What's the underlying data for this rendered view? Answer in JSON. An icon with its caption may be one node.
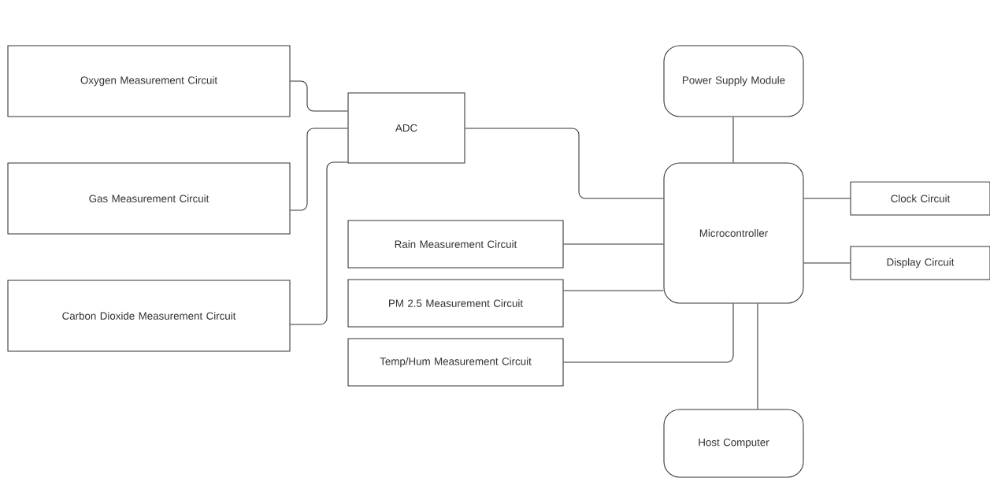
{
  "diagram": {
    "nodes": [
      {
        "text": [
          "Oxygen Measurement Circuit"
        ]
      },
      {
        "text": [
          "Power Supply Module"
        ]
      },
      {
        "text": [
          "ADC"
        ]
      },
      {
        "text": [
          "Gas Measurement Circuit"
        ]
      },
      {
        "text": [
          "Microcontroller"
        ]
      },
      {
        "text": [
          "Clock Circuit"
        ]
      },
      {
        "text": [
          "Rain Measurement Circuit"
        ]
      },
      {
        "text": [
          "Display Circuit"
        ]
      },
      {
        "text": [
          "Carbon Dioxide Measurement Circuit"
        ]
      },
      {
        "text": [
          "PM 2.5 Measurement Circuit"
        ]
      },
      {
        "text": [
          "Temp/Hum Measurement Circuit"
        ]
      },
      {
        "text": [
          "Host Computer"
        ]
      }
    ],
    "edges": [
      {
        "from": 0,
        "to": 2,
        "arrow": "none"
      },
      {
        "from": 3,
        "to": 2,
        "arrow": "none"
      },
      {
        "from": 8,
        "to": 2,
        "arrow": "none"
      },
      {
        "from": 2,
        "to": 4,
        "arrow": "none"
      },
      {
        "from": 1,
        "to": 4,
        "arrow": "none"
      },
      {
        "from": 6,
        "to": 4,
        "arrow": "none"
      },
      {
        "from": 9,
        "to": 4,
        "arrow": "none"
      },
      {
        "from": 10,
        "to": 4,
        "arrow": "none"
      },
      {
        "from": 4,
        "to": 5,
        "arrow": "none"
      },
      {
        "from": 4,
        "to": 7,
        "arrow": "none"
      },
      {
        "from": 4,
        "to": 11,
        "arrow": "none"
      }
    ]
  }
}
